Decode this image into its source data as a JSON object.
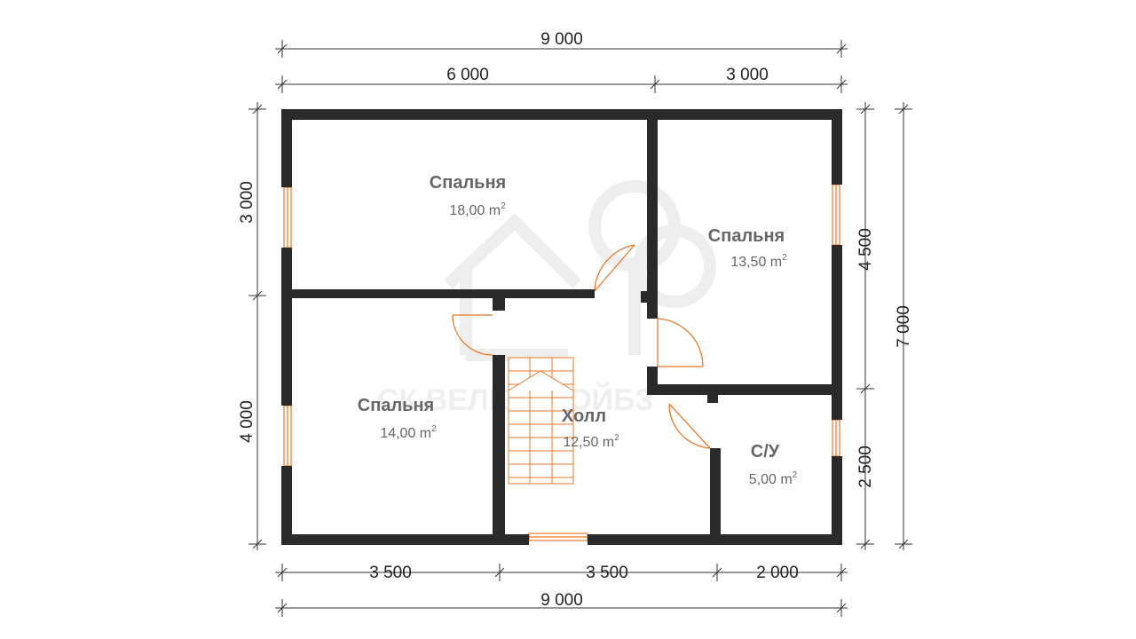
{
  "dimensions": {
    "top_total": "9 000",
    "top_left": "6 000",
    "top_right": "3 000",
    "bottom_left": "3 500",
    "bottom_middle": "3 500",
    "bottom_right": "2 000",
    "bottom_total": "9 000",
    "left_upper": "3 000",
    "left_lower": "4 000",
    "right_upper": "4 500",
    "right_lower": "2 500",
    "right_total": "7 000"
  },
  "rooms": {
    "bedroom_top_left": {
      "name": "Спальня",
      "area": "18,00 m",
      "area_unit_sup": "2"
    },
    "bedroom_right": {
      "name": "Спальня",
      "area": "13,50 m",
      "area_unit_sup": "2"
    },
    "bedroom_bottom_left": {
      "name": "Спальня",
      "area": "14,00 m",
      "area_unit_sup": "2"
    },
    "hall": {
      "name": "Холл",
      "area": "12,50 m",
      "area_unit_sup": "2"
    },
    "bathroom": {
      "name": "С/У",
      "area": "5,00 m",
      "area_unit_sup": "2"
    }
  },
  "watermark": {
    "text": "СК ВЕЛЕСТРОЙБЗ"
  },
  "colors": {
    "wall": "#2a2a2a",
    "accent": "#e8782a",
    "text": "#666666"
  }
}
